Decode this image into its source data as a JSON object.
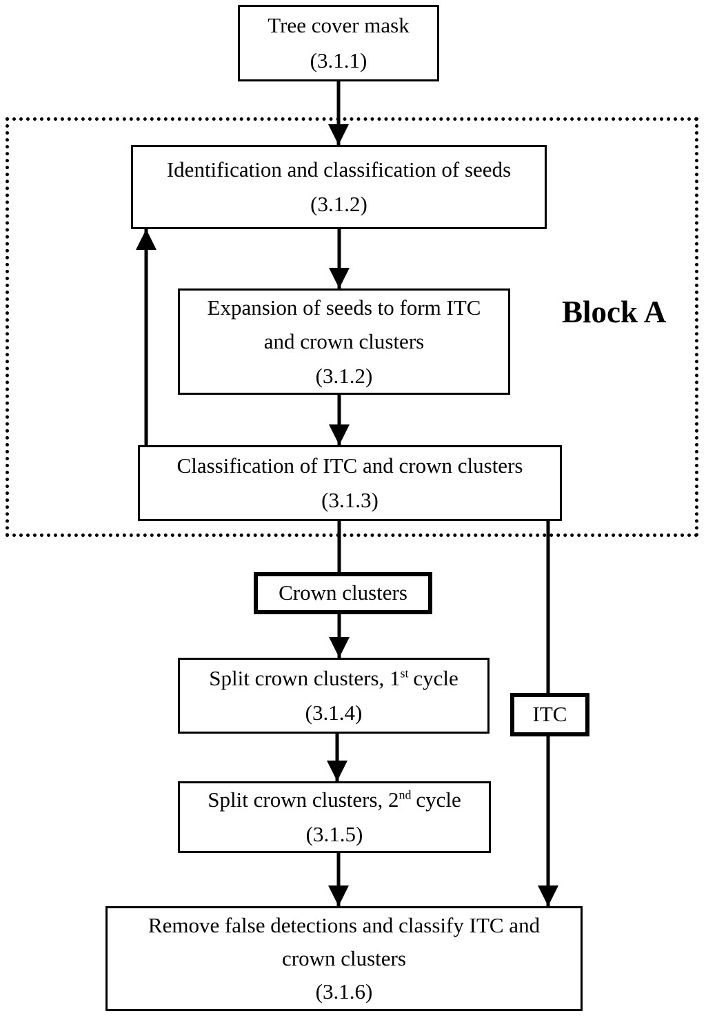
{
  "diagram": {
    "colors": {
      "line": "#000000",
      "background": "#ffffff"
    },
    "block_a": {
      "label": "Block A"
    },
    "nodes": {
      "tree_cover_mask": {
        "lines": [
          "Tree cover mask",
          "(3.1.1)"
        ]
      },
      "identification": {
        "lines": [
          "Identification and classification of seeds",
          "(3.1.2)"
        ]
      },
      "expansion": {
        "lines": [
          "Expansion of seeds to form ITC",
          "and crown clusters",
          "(3.1.2)"
        ]
      },
      "classification": {
        "lines": [
          "Classification of ITC and crown clusters",
          "(3.1.3)"
        ]
      },
      "crown_clusters": {
        "label": "Crown clusters"
      },
      "split_cycle_1": {
        "prefix": "Split crown clusters, 1",
        "sup": "st",
        "suffix": "cycle",
        "ref": "(3.1.4)"
      },
      "itc": {
        "label": "ITC"
      },
      "split_cycle_2": {
        "prefix": "Split crown clusters, 2",
        "sup": "nd",
        "suffix": "cycle",
        "ref": "(3.1.5)"
      },
      "remove_false_detections": {
        "lines": [
          "Remove false detections and classify ITC and",
          "crown clusters",
          "(3.1.6)"
        ]
      }
    }
  }
}
